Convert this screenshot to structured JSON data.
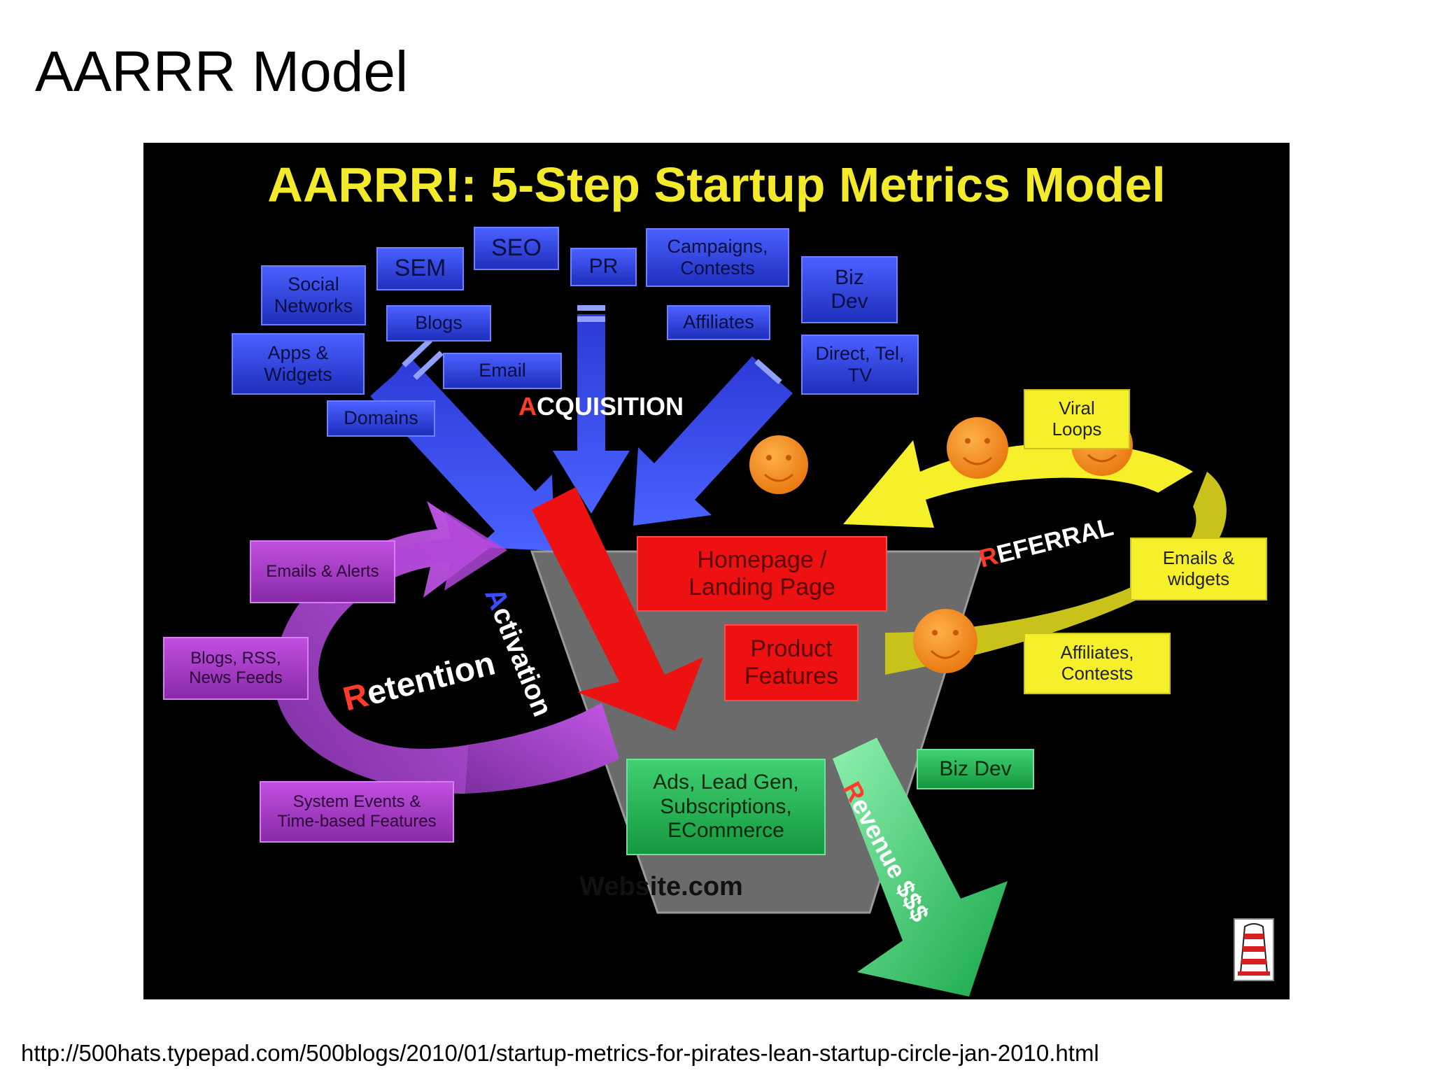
{
  "slide": {
    "title": "AARRR Model",
    "source_url": "http://500hats.typepad.com/500blogs/2010/01/startup-metrics-for-pirates-lean-startup-circle-jan-2010.html"
  },
  "diagram": {
    "title": "AARRR!: 5-Step Startup Metrics Model",
    "website_label": "Website.com",
    "stages": {
      "acquisition": {
        "first": "A",
        "rest": "CQUISITION"
      },
      "activation": {
        "first": "A",
        "rest": "ctivation"
      },
      "retention": {
        "first": "R",
        "rest": "etention"
      },
      "referral": {
        "first": "R",
        "rest": "EFERRAL"
      },
      "revenue": {
        "first": "R",
        "rest": "evenue $$$"
      }
    },
    "acquisition_channels": {
      "social": "Social\nNetworks",
      "sem": "SEM",
      "seo": "SEO",
      "pr": "PR",
      "campaigns": "Campaigns,\nContests",
      "bizdev": "Biz\nDev",
      "blogs": "Blogs",
      "affiliates": "Affiliates",
      "apps": "Apps &\nWidgets",
      "email": "Email",
      "direct": "Direct, Tel,\nTV",
      "domains": "Domains"
    },
    "activation_items": {
      "homepage": "Homepage /\nLanding Page",
      "features": "Product\nFeatures"
    },
    "retention_items": {
      "emails_alerts": "Emails & Alerts",
      "blogs_rss": "Blogs, RSS,\nNews Feeds",
      "system_events": "System Events &\nTime-based Features"
    },
    "referral_items": {
      "viral": "Viral\nLoops",
      "emails_widgets": "Emails &\nwidgets",
      "affiliates": "Affiliates,\nContests"
    },
    "revenue_items": {
      "ads": "Ads, Lead Gen,\nSubscriptions,\nECommerce",
      "bizdev": "Biz Dev"
    }
  },
  "colors": {
    "acquisition": "#2f45e6",
    "activation": "#ee1111",
    "retention": "#a63bc7",
    "referral": "#f6f02a",
    "revenue": "#1fae4f",
    "title": "#f2ea2a",
    "funnel": "#6b6b6b",
    "face": "#f7931e"
  }
}
